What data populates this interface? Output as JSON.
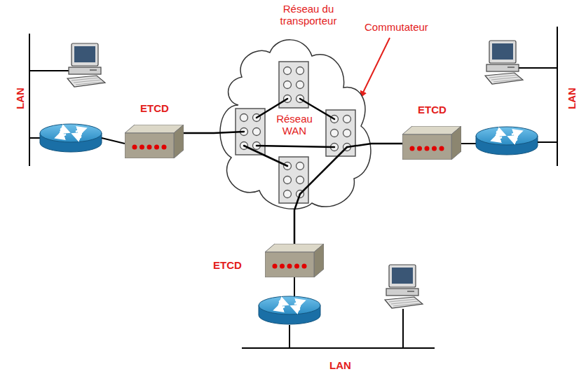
{
  "diagram": {
    "nodes": [
      {
        "text": [
          "Réseau du transporteur",
          "Réseau WAN"
        ]
      },
      {
        "text": [
          "ETCD"
        ]
      },
      {
        "text": [
          "ETCD"
        ]
      },
      {
        "text": [
          "ETCD"
        ]
      }
    ],
    "edges": [
      {
        "from": 1,
        "to": 0,
        "arrow": "none"
      },
      {
        "from": 2,
        "to": 0,
        "arrow": "none"
      },
      {
        "from": 3,
        "to": 0,
        "arrow": "none"
      }
    ],
    "labels": [
      "Commutateur",
      "LAN",
      "LAN",
      "LAN"
    ]
  }
}
